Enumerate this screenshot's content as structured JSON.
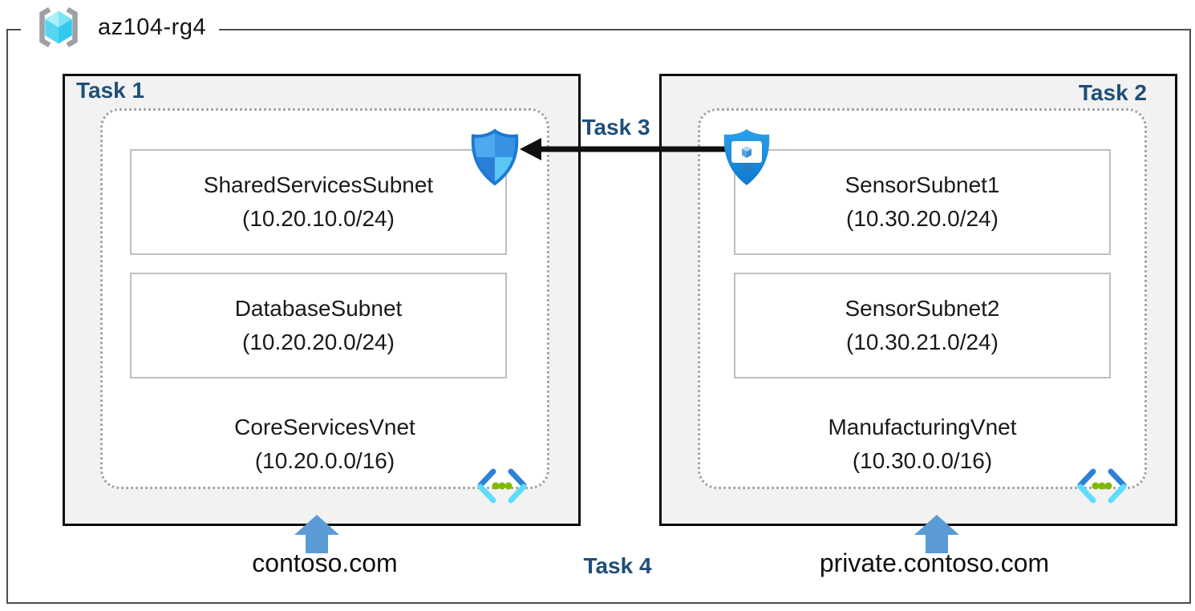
{
  "resource_group": {
    "name": "az104-rg4"
  },
  "labels": {
    "task1": "Task 1",
    "task2": "Task 2",
    "task3": "Task 3",
    "task4": "Task 4"
  },
  "vnets": {
    "core": {
      "name": "CoreServicesVnet",
      "cidr": "(10.20.0.0/16)",
      "dns": "contoso.com",
      "subnets": [
        {
          "name": "SharedServicesSubnet",
          "cidr": "(10.20.10.0/24)"
        },
        {
          "name": "DatabaseSubnet",
          "cidr": "(10.20.20.0/24)"
        }
      ]
    },
    "manufacturing": {
      "name": "ManufacturingVnet",
      "cidr": "(10.30.0.0/16)",
      "dns": "private.contoso.com",
      "subnets": [
        {
          "name": "SensorSubnet1",
          "cidr": "(10.30.20.0/24)"
        },
        {
          "name": "SensorSubnet2",
          "cidr": "(10.30.21.0/24)"
        }
      ]
    }
  },
  "icons": {
    "resource_group": "resource-group-icon",
    "nsg": "network-security-group-shield-icon",
    "bastion": "bastion-shield-monitor-icon",
    "vnet": "virtual-network-chevron-icon",
    "dns_arrow": "blue-up-arrow-icon",
    "peering_arrow": "black-left-arrow"
  },
  "colors": {
    "task_label": "#1f4e79",
    "box_background": "#f2f2f2",
    "box_border": "#0d0d0d",
    "dotted_border": "#a6a6a6",
    "subnet_border": "#bfbfbf",
    "blue_arrow": "#5b9bd5",
    "black_arrow": "#0f0f0f",
    "vnet_chevron_blue": "#2e81d8",
    "vnet_chevron_cyan": "#5fdcfb",
    "vnet_dot_green": "#7fba00",
    "cube_cyan": "#55d7f3"
  }
}
